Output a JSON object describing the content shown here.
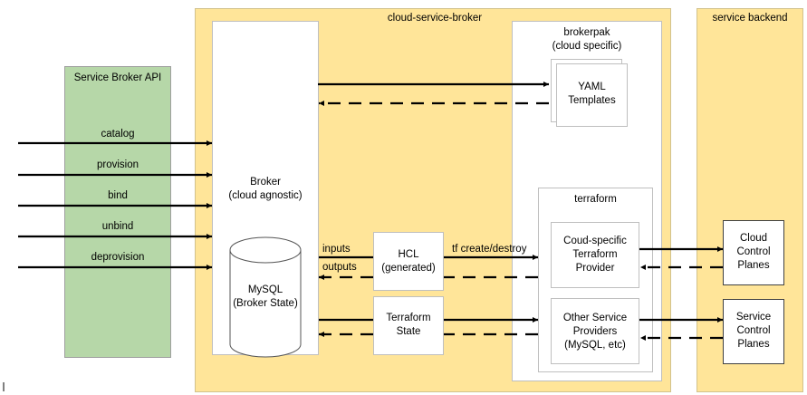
{
  "groups": {
    "api": {
      "title": "Service Broker API"
    },
    "csb": {
      "title": "cloud-service-broker"
    },
    "backend": {
      "title": "service backend"
    },
    "brokerpak": {
      "title": "brokerpak\n(cloud specific)"
    },
    "terraform": {
      "title": "terraform"
    }
  },
  "nodes": {
    "broker": "Broker\n(cloud agnostic)",
    "mysql": "MySQL\n(Broker State)",
    "yaml": "YAML\nTemplates",
    "hcl": "HCL\n(generated)",
    "tfstate": "Terraform\nState",
    "cloud_provider": "Coud-specific\nTerraform\nProvider",
    "other_providers": "Other Service\nProviders\n(MySQL, etc)",
    "cloud_cp": "Cloud\nControl\nPlanes",
    "service_cp": "Service\nControl\nPlanes"
  },
  "api_calls": [
    "catalog",
    "provision",
    "bind",
    "unbind",
    "deprovision"
  ],
  "edge_labels": {
    "inputs": "inputs",
    "outputs": "outputs",
    "tf": "tf create/destroy"
  },
  "colors": {
    "api_fill": "#b6d7a8",
    "group_fill": "#ffe599",
    "node_fill": "#ffffff",
    "line": "#000000"
  }
}
